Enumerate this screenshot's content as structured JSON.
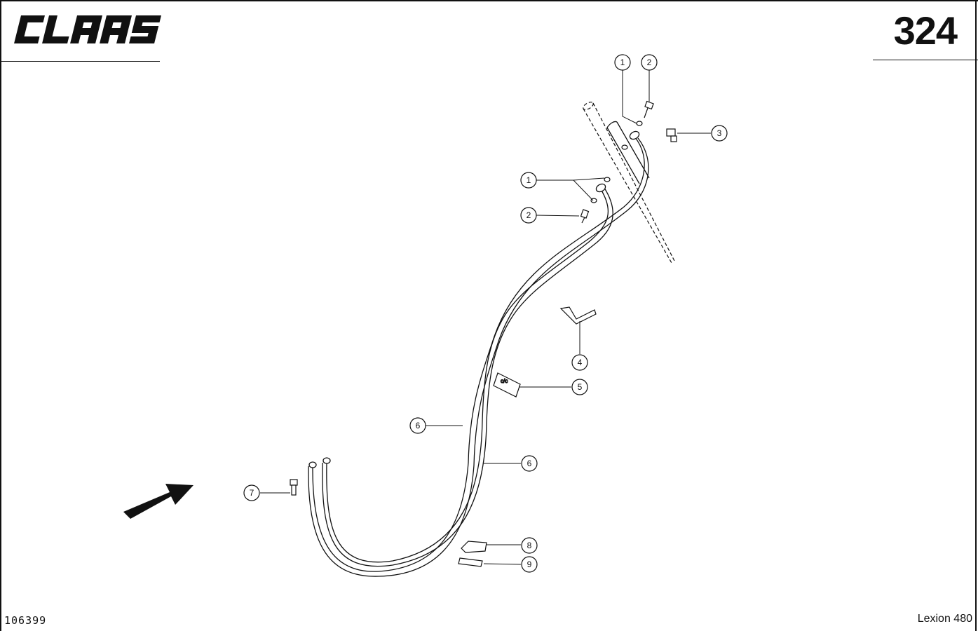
{
  "header": {
    "brand": "CLAAS",
    "page_number": "324"
  },
  "footer": {
    "doc_id": "106399",
    "model": "Lexion 480"
  },
  "callouts": [
    {
      "id": "c1a",
      "label": "1"
    },
    {
      "id": "c2a",
      "label": "2"
    },
    {
      "id": "c3",
      "label": "3"
    },
    {
      "id": "c1b",
      "label": "1"
    },
    {
      "id": "c2b",
      "label": "2"
    },
    {
      "id": "c4",
      "label": "4"
    },
    {
      "id": "c5",
      "label": "5"
    },
    {
      "id": "c6a",
      "label": "6"
    },
    {
      "id": "c6b",
      "label": "6"
    },
    {
      "id": "c7",
      "label": "7"
    },
    {
      "id": "c8",
      "label": "8"
    },
    {
      "id": "c9",
      "label": "9"
    }
  ]
}
